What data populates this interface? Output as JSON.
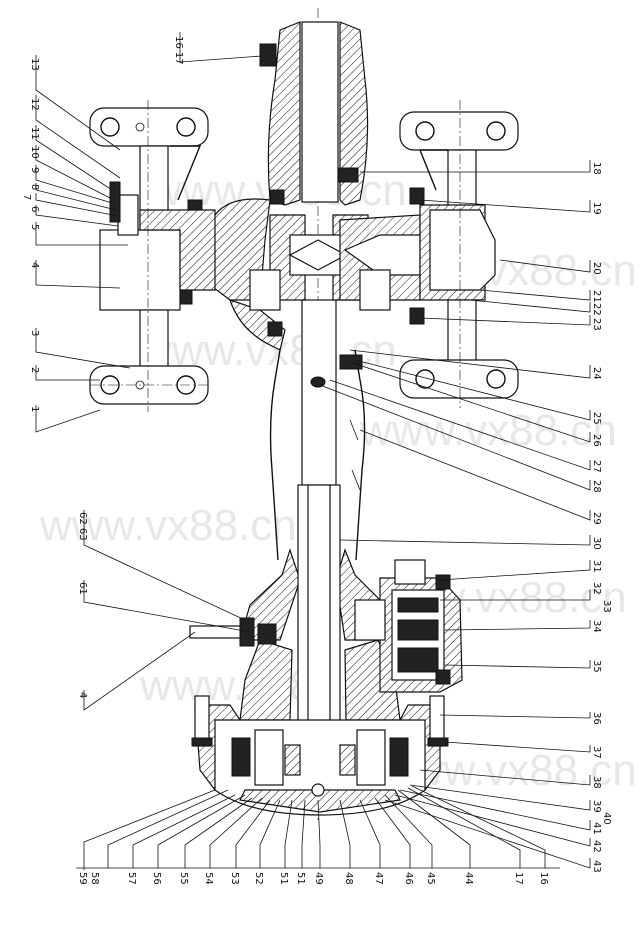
{
  "drawing": {
    "watermark": "www.vx88.cn",
    "leaders": [
      {
        "id": "l13",
        "text": "13",
        "side": "left"
      },
      {
        "id": "l12",
        "text": "12",
        "side": "left"
      },
      {
        "id": "l11",
        "text": "11",
        "side": "left"
      },
      {
        "id": "l10",
        "text": "10",
        "side": "left"
      },
      {
        "id": "l9",
        "text": "9",
        "side": "left"
      },
      {
        "id": "l8",
        "text": "8",
        "side": "left"
      },
      {
        "id": "l7",
        "text": "7",
        "side": "left"
      },
      {
        "id": "l6",
        "text": "6",
        "side": "left"
      },
      {
        "id": "l5",
        "text": "5",
        "side": "left"
      },
      {
        "id": "l4",
        "text": "4",
        "side": "left"
      },
      {
        "id": "l3",
        "text": "3",
        "side": "left"
      },
      {
        "id": "l2",
        "text": "2",
        "side": "left"
      },
      {
        "id": "l1",
        "text": "1",
        "side": "left"
      },
      {
        "id": "l1617",
        "text": "16 17",
        "side": "top"
      },
      {
        "id": "r18",
        "text": "18",
        "side": "right"
      },
      {
        "id": "r19",
        "text": "19",
        "side": "right"
      },
      {
        "id": "r20",
        "text": "20",
        "side": "right"
      },
      {
        "id": "r21",
        "text": "21",
        "side": "right"
      },
      {
        "id": "r22",
        "text": "22",
        "side": "right"
      },
      {
        "id": "r23",
        "text": "23",
        "side": "right"
      },
      {
        "id": "r24",
        "text": "24",
        "side": "right"
      },
      {
        "id": "r25",
        "text": "25",
        "side": "right"
      },
      {
        "id": "r26",
        "text": "26",
        "side": "right"
      },
      {
        "id": "r27",
        "text": "27",
        "side": "right"
      },
      {
        "id": "r28",
        "text": "28",
        "side": "right"
      },
      {
        "id": "r29",
        "text": "29",
        "side": "right"
      },
      {
        "id": "r30",
        "text": "30",
        "side": "right"
      },
      {
        "id": "r31",
        "text": "31",
        "side": "right"
      },
      {
        "id": "r32",
        "text": "32",
        "side": "right"
      },
      {
        "id": "r33",
        "text": "33",
        "side": "right"
      },
      {
        "id": "r34",
        "text": "34",
        "side": "right"
      },
      {
        "id": "r35",
        "text": "35",
        "side": "right"
      },
      {
        "id": "r36",
        "text": "36",
        "side": "right"
      },
      {
        "id": "r37",
        "text": "37",
        "side": "right"
      },
      {
        "id": "r38",
        "text": "38",
        "side": "right"
      },
      {
        "id": "r39",
        "text": "39",
        "side": "right"
      },
      {
        "id": "r40",
        "text": "40",
        "side": "right"
      },
      {
        "id": "r41",
        "text": "41",
        "side": "right"
      },
      {
        "id": "r42",
        "text": "42",
        "side": "right"
      },
      {
        "id": "r43",
        "text": "43",
        "side": "right"
      },
      {
        "id": "r17b",
        "text": "17",
        "side": "bottom"
      },
      {
        "id": "r16b",
        "text": "16",
        "side": "bottom"
      },
      {
        "id": "l6263",
        "text": "62 63",
        "side": "left"
      },
      {
        "id": "l61",
        "text": "61",
        "side": "left"
      },
      {
        "id": "l4b",
        "text": "4",
        "side": "left"
      },
      {
        "id": "b59",
        "text": "59",
        "side": "bottom"
      },
      {
        "id": "b58",
        "text": "58",
        "side": "bottom"
      },
      {
        "id": "b57",
        "text": "57",
        "side": "bottom"
      },
      {
        "id": "b56",
        "text": "56",
        "side": "bottom"
      },
      {
        "id": "b55",
        "text": "55",
        "side": "bottom"
      },
      {
        "id": "b54",
        "text": "54",
        "side": "bottom"
      },
      {
        "id": "b53",
        "text": "53",
        "side": "bottom"
      },
      {
        "id": "b52",
        "text": "52",
        "side": "bottom"
      },
      {
        "id": "b51a",
        "text": "51",
        "side": "bottom"
      },
      {
        "id": "b51b",
        "text": "51",
        "side": "bottom"
      },
      {
        "id": "b49",
        "text": "49",
        "side": "bottom"
      },
      {
        "id": "b48",
        "text": "48",
        "side": "bottom"
      },
      {
        "id": "b47",
        "text": "47",
        "side": "bottom"
      },
      {
        "id": "b46",
        "text": "46",
        "side": "bottom"
      },
      {
        "id": "b45",
        "text": "45",
        "side": "bottom"
      },
      {
        "id": "b44",
        "text": "44",
        "side": "bottom"
      }
    ]
  }
}
